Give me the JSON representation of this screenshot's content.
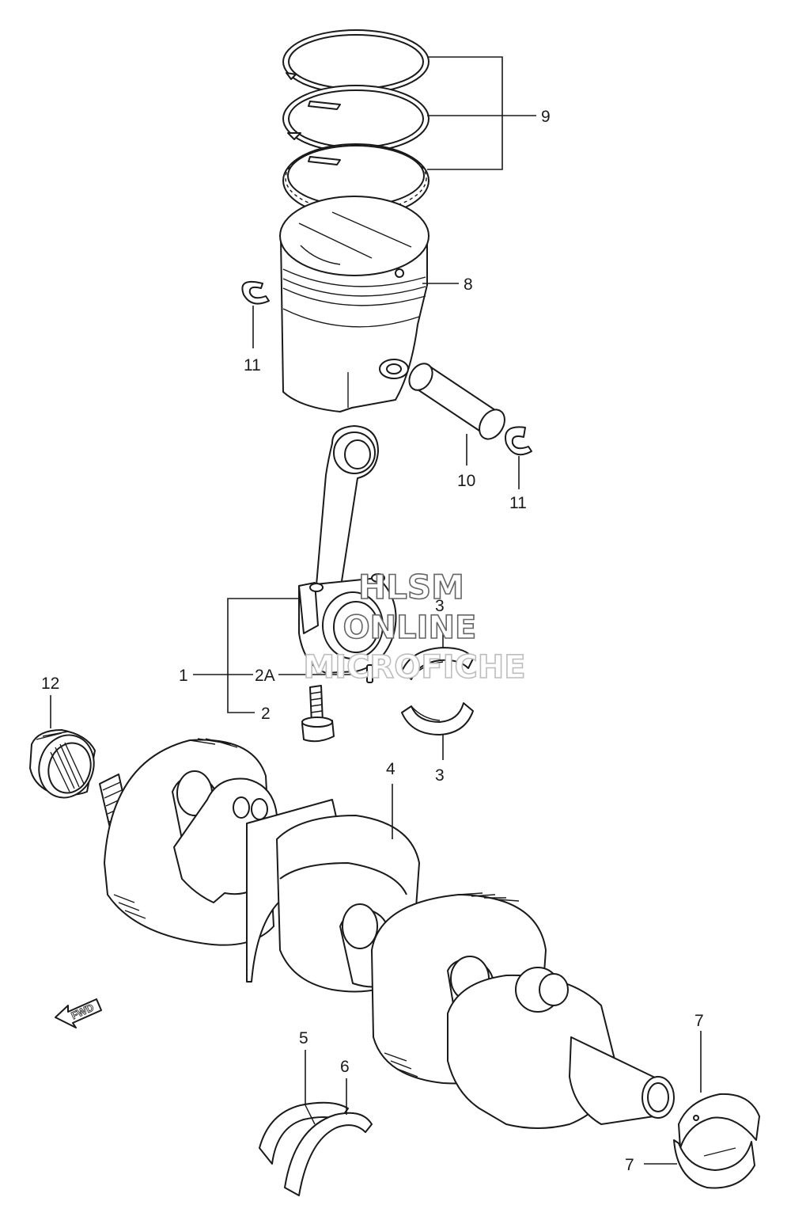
{
  "callouts": {
    "c9": "9",
    "c8": "8",
    "c11_left": "11",
    "c10": "10",
    "c11_right": "11",
    "c3_upper": "3",
    "c1": "1",
    "c2a": "2A",
    "c2": "2",
    "c3_lower": "3",
    "c12": "12",
    "c4": "4",
    "c5": "5",
    "c6": "6",
    "c7_upper": "7",
    "c7_lower": "7"
  },
  "watermark": {
    "line1": "HLSM",
    "line2": "ONLINE",
    "line3": "MICROFICHE"
  },
  "direction_arrow": {
    "label": "FWD",
    "icon": "fwd-arrow-icon"
  }
}
